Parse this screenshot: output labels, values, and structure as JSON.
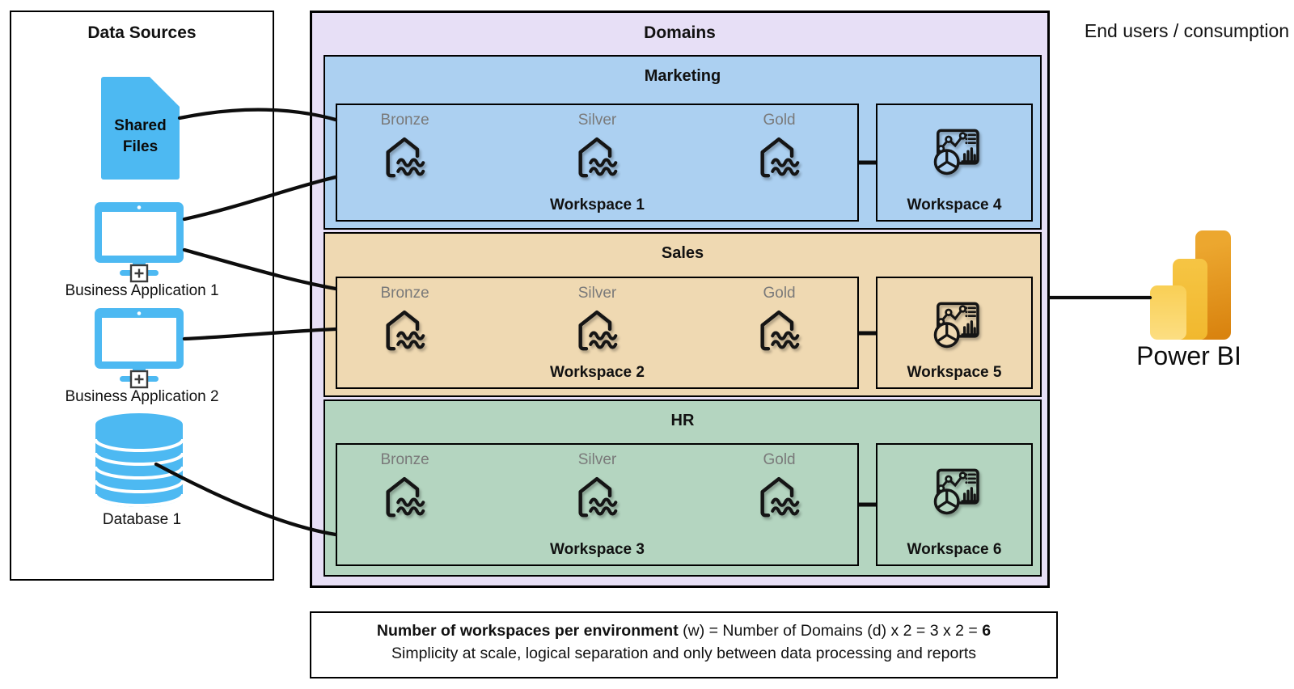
{
  "data_sources": {
    "title": "Data Sources",
    "items": [
      {
        "label": "Shared Files",
        "icon": "file-icon"
      },
      {
        "label": "Business Application 1",
        "icon": "monitor-icon"
      },
      {
        "label": "Business Application 2",
        "icon": "monitor-icon"
      },
      {
        "label": "Database 1",
        "icon": "database-icon"
      }
    ]
  },
  "domains": {
    "title": "Domains",
    "container_color": "#E7DFF6",
    "list": [
      {
        "name": "Marketing",
        "band_color": "#ACD0F1",
        "data_workspace": {
          "label": "Workspace 1",
          "icon": "lakehouse-icon",
          "layers": [
            "Bronze",
            "Silver",
            "Gold"
          ]
        },
        "report_workspace": {
          "label": "Workspace 4",
          "icon": "report-dashboard-icon"
        }
      },
      {
        "name": "Sales",
        "band_color": "#EFD9B2",
        "data_workspace": {
          "label": "Workspace 2",
          "icon": "lakehouse-icon",
          "layers": [
            "Bronze",
            "Silver",
            "Gold"
          ]
        },
        "report_workspace": {
          "label": "Workspace 5",
          "icon": "report-dashboard-icon"
        }
      },
      {
        "name": "HR",
        "band_color": "#B4D5C0",
        "data_workspace": {
          "label": "Workspace 3",
          "icon": "lakehouse-icon",
          "layers": [
            "Bronze",
            "Silver",
            "Gold"
          ]
        },
        "report_workspace": {
          "label": "Workspace 6",
          "icon": "report-dashboard-icon"
        }
      }
    ]
  },
  "consumption": {
    "heading": "End users / consumption",
    "product": "Power BI",
    "logo_colors": [
      "#FBD666",
      "#F5C13E",
      "#E49A26"
    ]
  },
  "note": {
    "line1_bold": "Number of workspaces per environment",
    "line1_mid": " (w) = Number of Domains (d) x 2 = 3 x 2 = ",
    "line1_bold_end": "6",
    "line2": "Simplicity at scale, logical separation and only between data processing and reports"
  },
  "colors": {
    "source_icon_blue": "#4DB9F2",
    "connector_black": "#0d0d0d",
    "layer_label_gray": "#7a7a7a"
  }
}
